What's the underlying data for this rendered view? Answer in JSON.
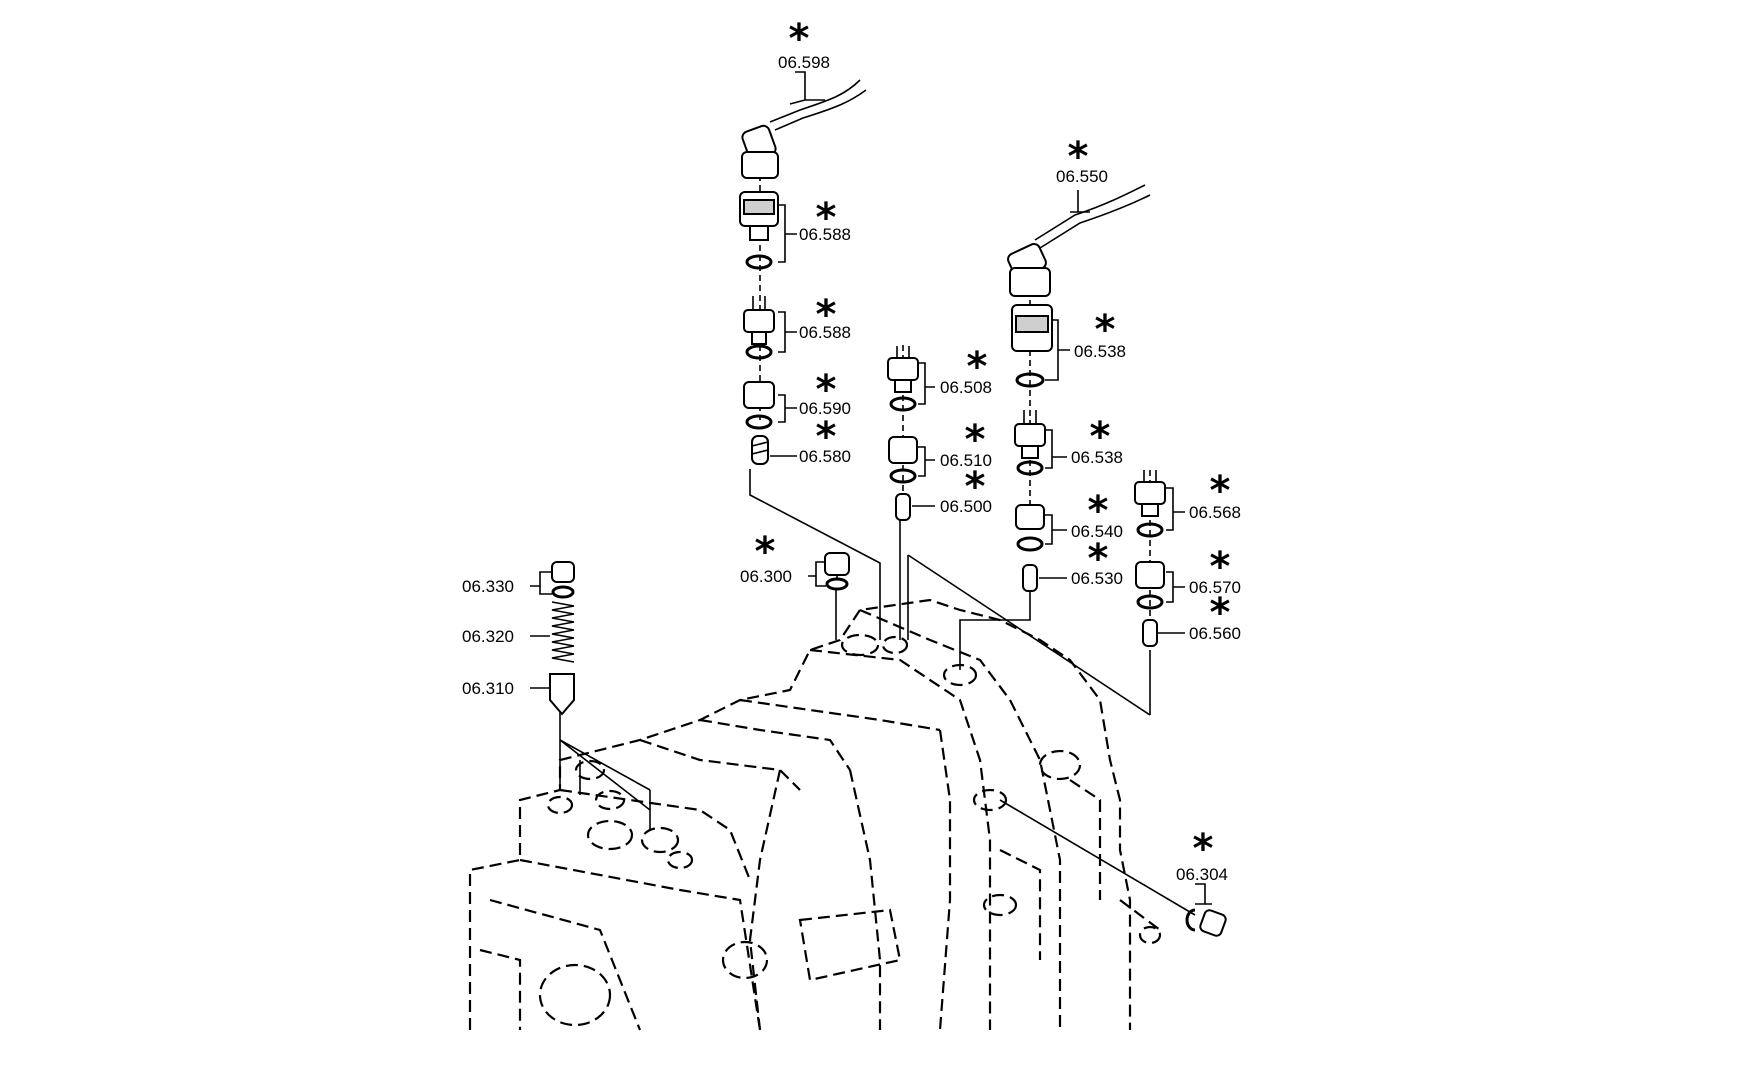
{
  "callouts": [
    {
      "id": "c-06-598",
      "label": "06.598",
      "asterisk": "*"
    },
    {
      "id": "c-06-588-a",
      "label": "06.588",
      "asterisk": "*"
    },
    {
      "id": "c-06-588-b",
      "label": "06.588",
      "asterisk": "*"
    },
    {
      "id": "c-06-590",
      "label": "06.590",
      "asterisk": "*"
    },
    {
      "id": "c-06-580",
      "label": "06.580",
      "asterisk": "*"
    },
    {
      "id": "c-06-550",
      "label": "06.550",
      "asterisk": "*"
    },
    {
      "id": "c-06-538-a",
      "label": "06.538",
      "asterisk": "*"
    },
    {
      "id": "c-06-538-b",
      "label": "06.538",
      "asterisk": "*"
    },
    {
      "id": "c-06-540",
      "label": "06.540",
      "asterisk": "*"
    },
    {
      "id": "c-06-530",
      "label": "06.530",
      "asterisk": "*"
    },
    {
      "id": "c-06-508",
      "label": "06.508",
      "asterisk": "*"
    },
    {
      "id": "c-06-510",
      "label": "06.510",
      "asterisk": "*"
    },
    {
      "id": "c-06-500",
      "label": "06.500",
      "asterisk": "*"
    },
    {
      "id": "c-06-568",
      "label": "06.568",
      "asterisk": "*"
    },
    {
      "id": "c-06-570",
      "label": "06.570",
      "asterisk": "*"
    },
    {
      "id": "c-06-560",
      "label": "06.560",
      "asterisk": "*"
    },
    {
      "id": "c-06-300",
      "label": "06.300",
      "asterisk": "*"
    },
    {
      "id": "c-06-304",
      "label": "06.304",
      "asterisk": "*"
    },
    {
      "id": "c-06-330",
      "label": "06.330",
      "asterisk": ""
    },
    {
      "id": "c-06-320",
      "label": "06.320",
      "asterisk": ""
    },
    {
      "id": "c-06-310",
      "label": "06.310",
      "asterisk": ""
    }
  ]
}
